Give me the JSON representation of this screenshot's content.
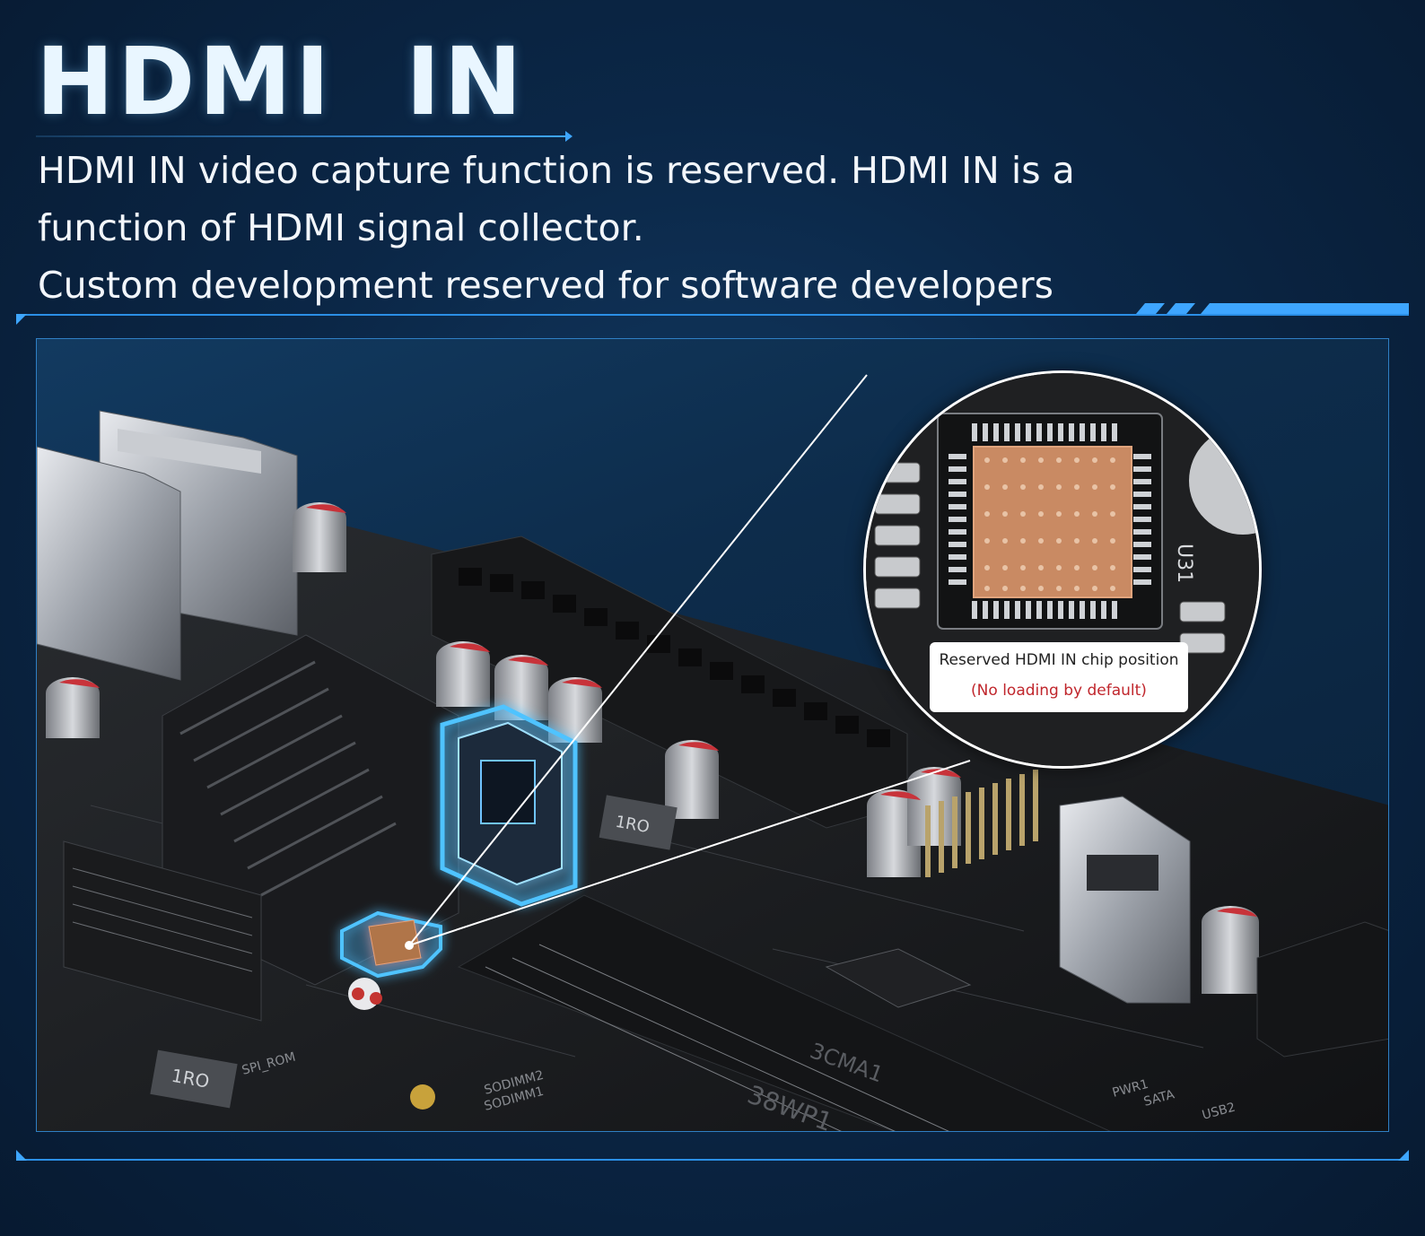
{
  "header": {
    "title": "HDMI  IN",
    "description_lines": [
      "HDMI IN video capture function is reserved. HDMI IN is a",
      "function of HDMI signal collector.",
      "Custom development reserved for software developers"
    ]
  },
  "callout": {
    "line1": "Reserved HDMI IN chip position",
    "line2": "(No loading by default)"
  },
  "board_labels": {
    "chip_label": "U31",
    "silk_1": "3CMA1",
    "silk_2": "38WP1",
    "silk_3": "SPI_ROM",
    "silk_4": "USB2",
    "silk_5": "SATA",
    "silk_6": "PWR1",
    "silk_7": "SODIMM1",
    "silk_8": "SODIMM2",
    "cap_1": "1RO",
    "cap_2": "1RO"
  },
  "colors": {
    "background": "#0b2747",
    "accent": "#3ea6ff",
    "highlight_glow": "#4fc3ff",
    "callout_red": "#c0262c"
  }
}
